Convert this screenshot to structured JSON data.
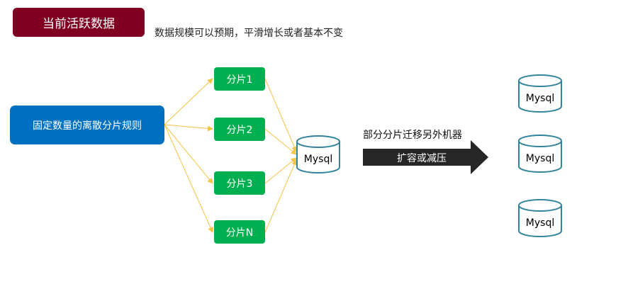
{
  "header": {
    "title": "当前活跃数据",
    "subtitle": "数据规模可以预期，平滑增长或者基本不变"
  },
  "rule_box": {
    "label": "固定数量的离散分片规则"
  },
  "shards": [
    {
      "label": "分片1"
    },
    {
      "label": "分片2"
    },
    {
      "label": "分片3"
    },
    {
      "label": "分片N"
    }
  ],
  "source_db": {
    "label": "Mysql"
  },
  "migration": {
    "label": "部分分片迁移另外机器",
    "arrow_label": "扩容或减压"
  },
  "target_dbs": [
    {
      "label": "Mysql"
    },
    {
      "label": "Mysql"
    },
    {
      "label": "Mysql"
    }
  ],
  "colors": {
    "title_bg": "#7f0020",
    "rule_bg": "#0070c0",
    "shard_bg": "#00b050",
    "connector": "#f5c342",
    "db_stroke": "#31849b",
    "arrow": "#262626"
  }
}
